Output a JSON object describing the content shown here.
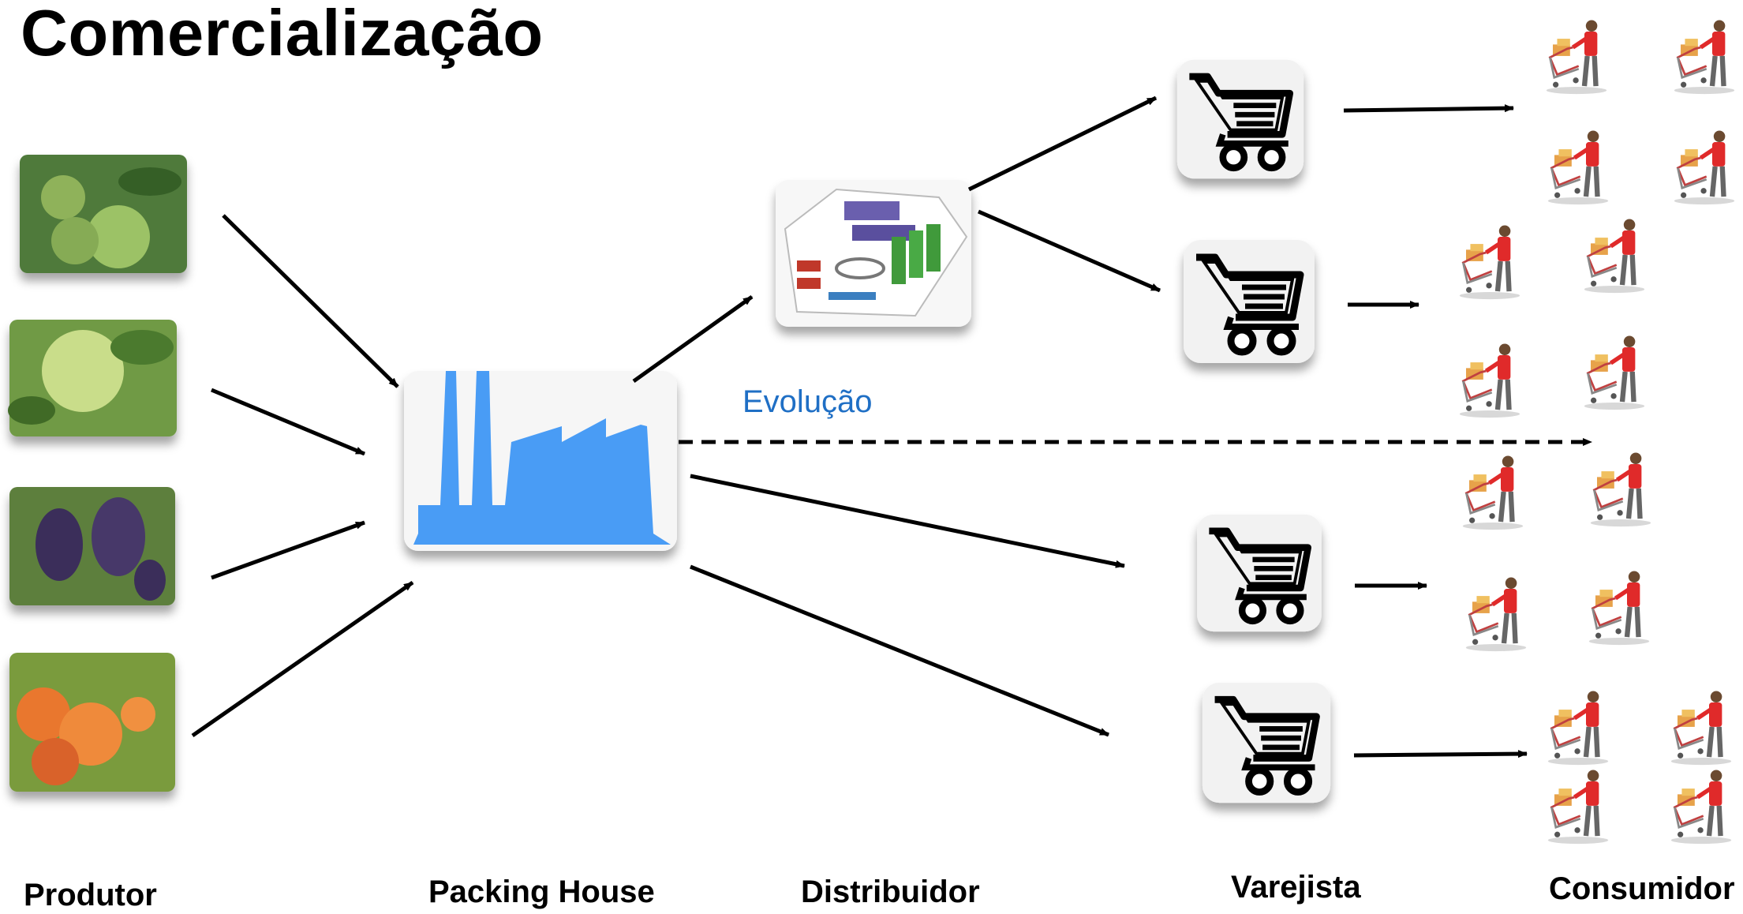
{
  "title": "Comercialização",
  "evolution_label": "Evolução",
  "stages": {
    "produtor": "Produtor",
    "packing_house": "Packing House",
    "distribuidor": "Distribuidor",
    "varejista": "Varejista",
    "consumidor": "Consumidor"
  },
  "colors": {
    "factory": "#4a9cf5",
    "evolution_text": "#1f6fc5",
    "arrow": "#000000"
  },
  "icons": [
    "fruit-photo",
    "factory-icon",
    "warehouse-icon",
    "shopping-cart-icon",
    "shopper-icon"
  ]
}
